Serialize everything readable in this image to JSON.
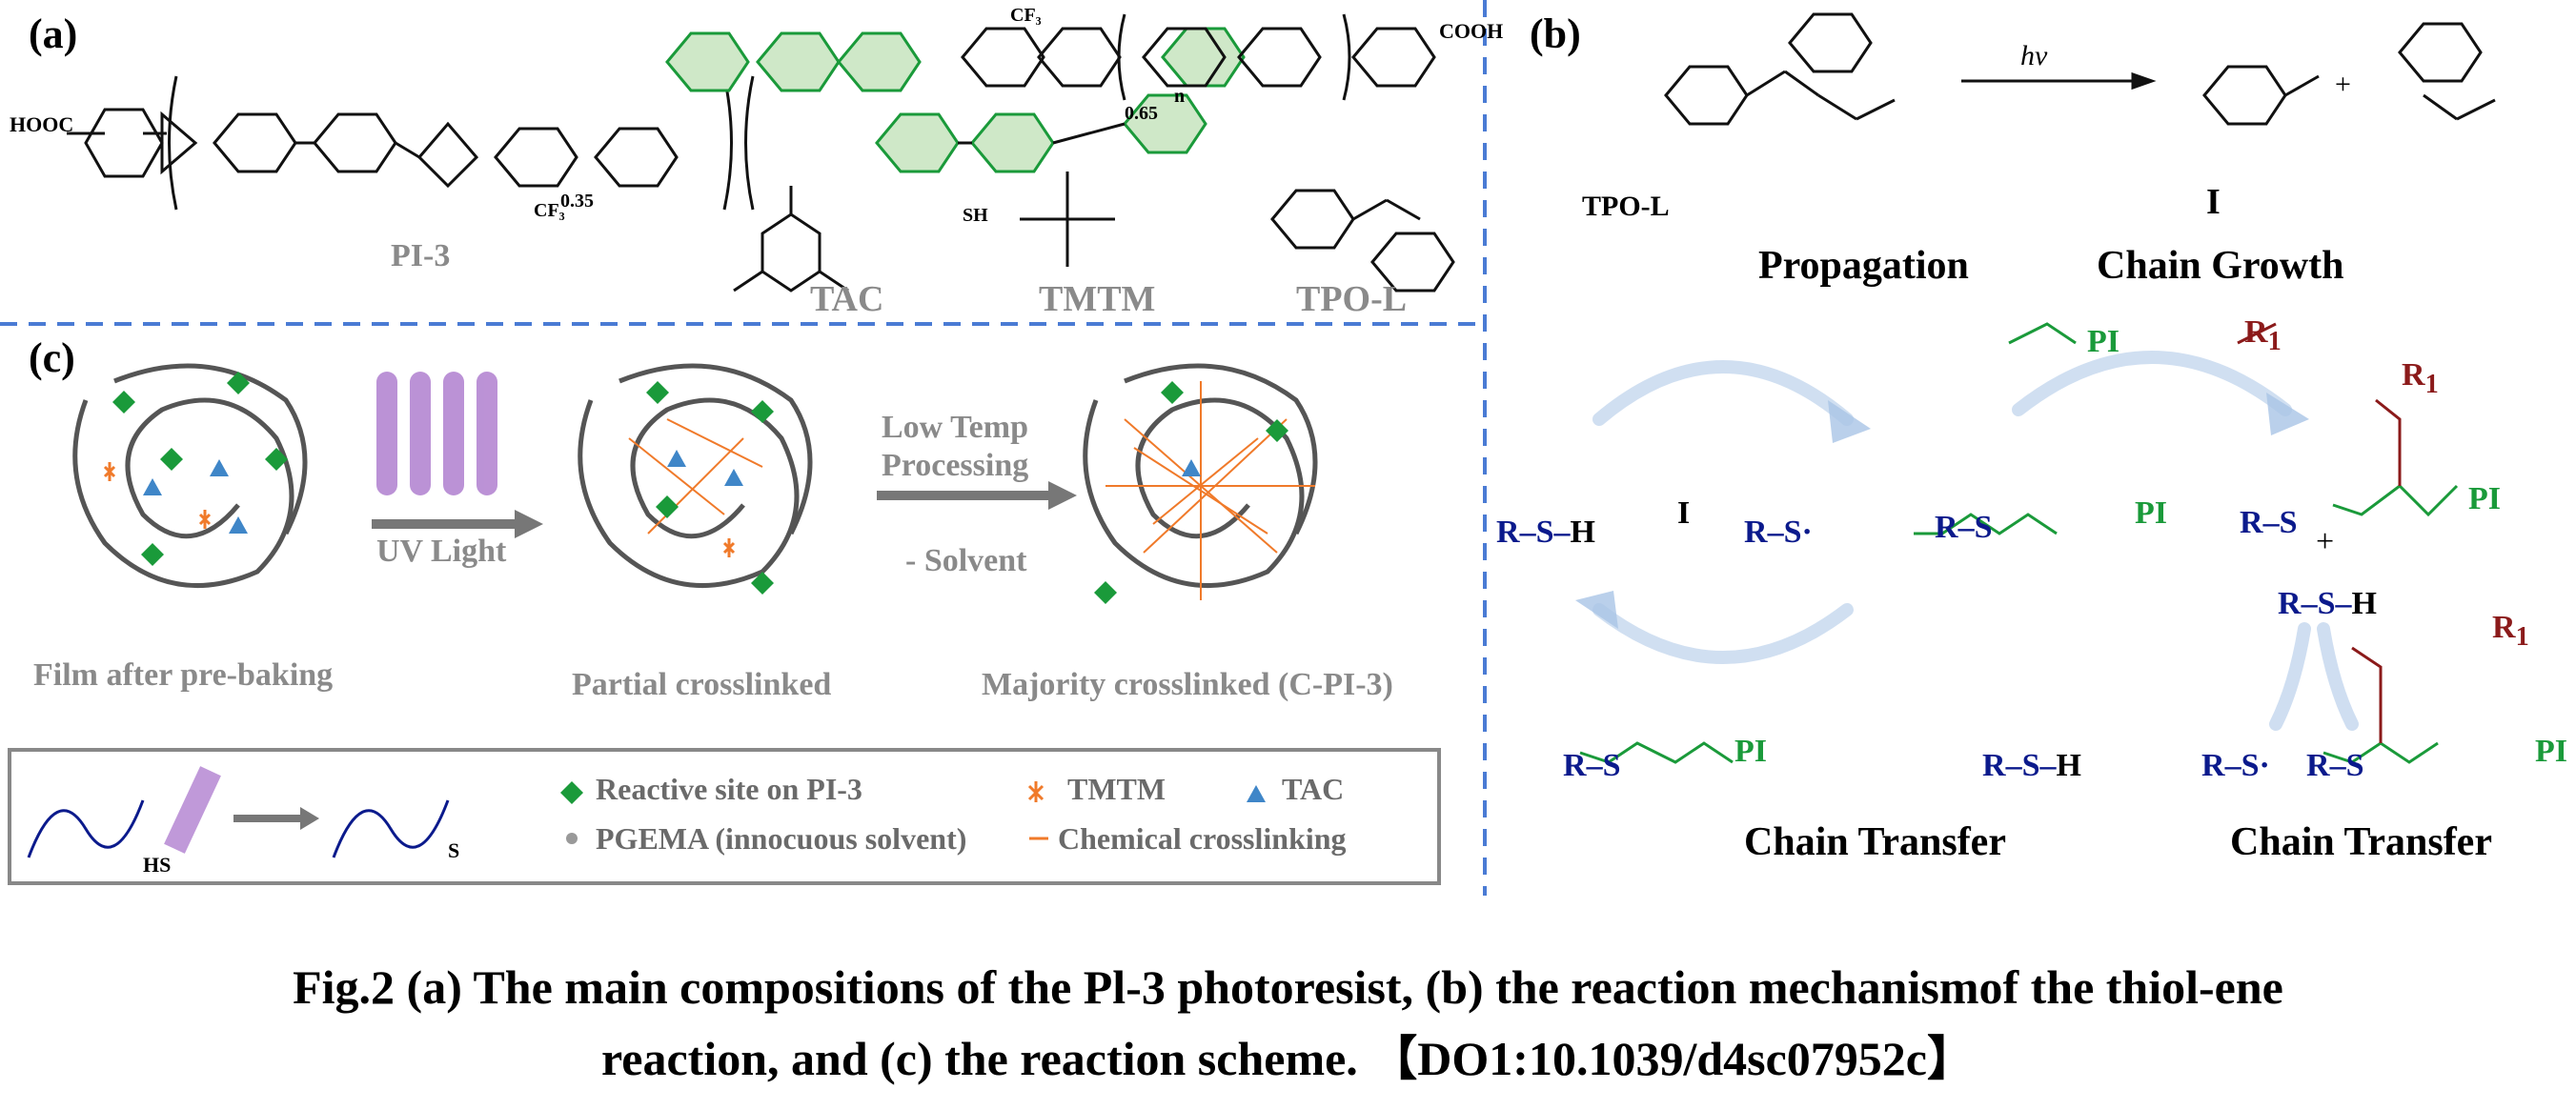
{
  "panels": {
    "a_label": "(a)",
    "b_label": "(b)",
    "c_label": "(c)"
  },
  "panel_a": {
    "hooc": "HOOC",
    "cooh": "COOH",
    "cf3": "CF₃",
    "sub_035": "0.35",
    "sub_065": "0.65",
    "sub_n": "n",
    "sh": "SH",
    "pi3_label": "PI-3",
    "tac_label": "TAC",
    "tmtm_label": "TMTM",
    "tpol_label": "TPO-L"
  },
  "panel_b": {
    "tpol_label": "TPO-L",
    "hv": "hv",
    "plus": "+",
    "radical_label": "I",
    "propagation": "Propagation",
    "chain_growth": "Chain Growth",
    "chain_transfer_left": "Chain Transfer",
    "chain_transfer_right": "Chain Transfer",
    "pi": "PI",
    "r1": "R",
    "r1_sub": "1",
    "r": "R",
    "s": "S",
    "h": "H",
    "init_label": "I"
  },
  "panel_c": {
    "uv_light": "UV Light",
    "low_temp": "Low Temp",
    "processing": "Processing",
    "solvent": "- Solvent",
    "film_label": "Film after pre-baking",
    "partial_label": "Partial crosslinked",
    "majority_label": "Majority crosslinked (C-PI-3)",
    "hs": "HS",
    "s": "S"
  },
  "legend": {
    "reactive_site": "Reactive site on PI-3",
    "tmtm": "TMTM",
    "tac": "TAC",
    "pgema": "PGEMA (innocuous solvent)",
    "crosslinking": "Chemical crosslinking"
  },
  "caption": {
    "line1": "Fig.2 (a) The main compositions of the Pl-3 photoresist, (b) the reaction mechanismof the thiol-ene",
    "line2": "reaction, and (c) the reaction scheme. 【DO1:10.1039/d4sc07952c】"
  },
  "colors": {
    "green": "#1a9a3a",
    "blue": "#0b1a8c",
    "red": "#8b1a1a",
    "orange": "#f07a2a",
    "tri_blue": "#3f86c8",
    "uv_purple": "#b07fcf",
    "divider": "#4a7bd4"
  }
}
